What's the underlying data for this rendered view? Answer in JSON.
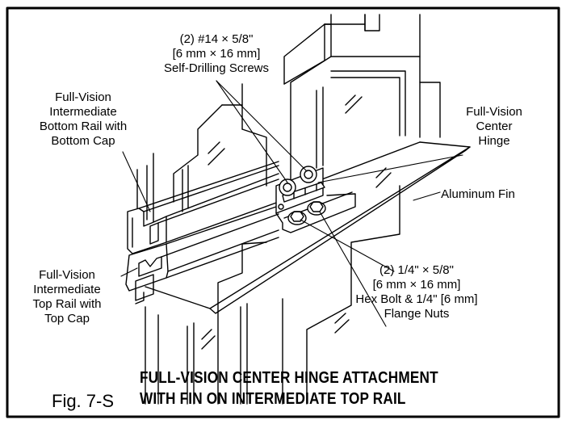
{
  "labels": {
    "screws": [
      "(2) #14 × 5/8\"",
      "[6 mm × 16 mm]",
      "Self-Drilling Screws"
    ],
    "bottom_rail": [
      "Full-Vision",
      "Intermediate",
      "Bottom Rail with",
      "Bottom Cap"
    ],
    "hinge": [
      "Full-Vision",
      "Center",
      "Hinge"
    ],
    "fin": "Aluminum Fin",
    "top_rail": [
      "Full-Vision",
      "Intermediate",
      "Top Rail with",
      "Top Cap"
    ],
    "bolts": [
      "(2) 1/4\" × 5/8\"",
      "[6 mm × 16 mm]",
      "Hex Bolt & 1/4\" [6 mm]",
      "Flange Nuts"
    ]
  },
  "caption": {
    "title": [
      "FULL-VISION CENTER HINGE ATTACHMENT",
      "WITH FIN ON INTERMEDIATE TOP RAIL"
    ],
    "figure": "Fig. 7-S"
  }
}
